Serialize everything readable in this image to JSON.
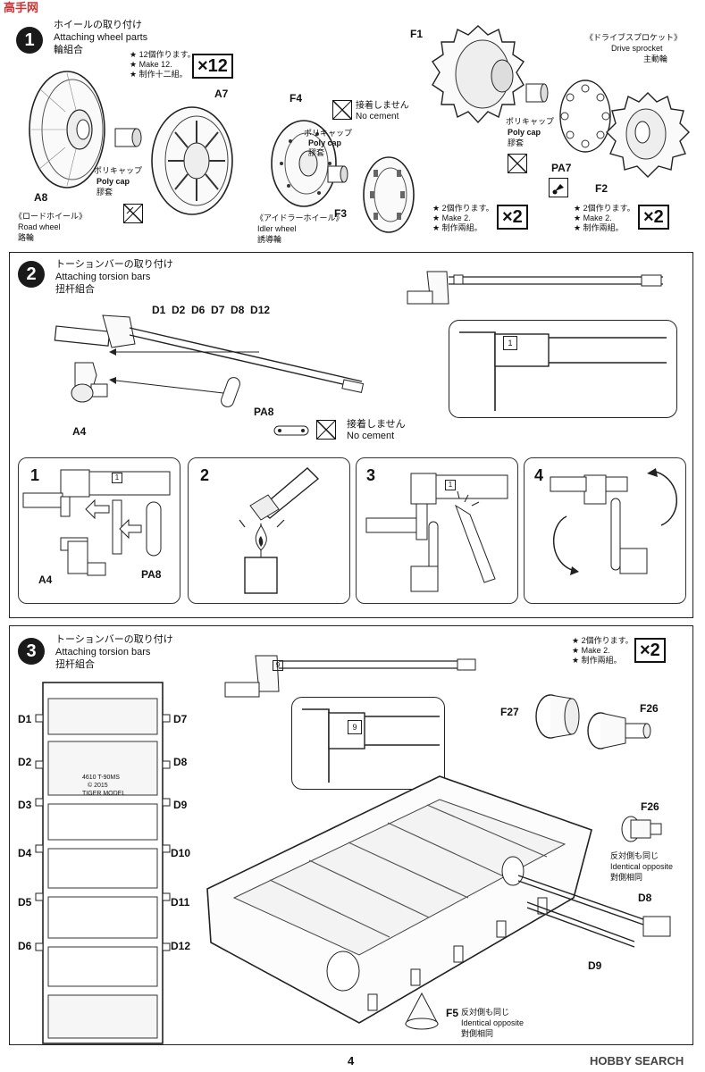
{
  "header_logo": "高手网",
  "step1": {
    "number": "1",
    "title_jp": "ホイールの取り付け",
    "title_en": "Attaching wheel parts",
    "title_cn": "輪組合",
    "note_a": [
      "★ 12個作ります。",
      "★ Make 12.",
      "★ 制作十二組。"
    ],
    "mult_a": "×12",
    "labels": {
      "a7": "A7",
      "a8": "A8",
      "f1": "F1",
      "f2": "F2",
      "f3": "F3",
      "f4": "F4",
      "pa7": "PA7"
    },
    "polycap_jp": "ポリキャップ",
    "polycap_en": "Poly cap",
    "polycap_cn": "膠套",
    "roadwheel_jp": "《ロードホイール》",
    "roadwheel_en": "Road wheel",
    "roadwheel_cn": "路輪",
    "idler_jp": "《アイドラーホイール》",
    "idler_en": "Idler wheel",
    "idler_cn": "誘導輪",
    "sprocket_jp": "《ドライブスプロケット》",
    "sprocket_en": "Drive sprocket",
    "sprocket_cn": "主動輪",
    "nocement_jp": "接着しません",
    "nocement_en": "No cement",
    "note_b": [
      "★ 2個作ります。",
      "★ Make 2.",
      "★ 制作兩組。"
    ],
    "mult_b": "×2",
    "note_c": [
      "★ 2個作ります。",
      "★ Make 2.",
      "★ 制作兩組。"
    ],
    "mult_c": "×2"
  },
  "step2": {
    "number": "2",
    "title_jp": "トーションバーの取り付け",
    "title_en": "Attaching torsion bars",
    "title_cn": "扭杆組合",
    "parts_list": "D1  D2  D6  D7  D8  D12",
    "a4": "A4",
    "pa8": "PA8",
    "nocement_jp": "接着しません",
    "nocement_en": "No cement",
    "callout_num": "1",
    "sub": [
      {
        "num": "1",
        "a4": "A4",
        "pa8": "PA8",
        "tag": "1"
      },
      {
        "num": "2"
      },
      {
        "num": "3",
        "tag": "1"
      },
      {
        "num": "4"
      }
    ]
  },
  "step3": {
    "number": "3",
    "title_jp": "トーションバーの取り付け",
    "title_en": "Attaching torsion bars",
    "title_cn": "扭杆組合",
    "note": [
      "★ 2個作ります。",
      "★ Make 2.",
      "★ 制作兩組。"
    ],
    "mult": "×2",
    "left_labels": [
      "D1",
      "D2",
      "D3",
      "D4",
      "D5",
      "D6"
    ],
    "right_labels": [
      "D7",
      "D8",
      "D9",
      "D10",
      "D11",
      "D12"
    ],
    "hull_text": [
      "4610 T-90MS",
      "© 2015",
      "TIGER MODEL"
    ],
    "callout_num": "9",
    "f26": "F26",
    "f27": "F27",
    "f26b": "F26",
    "opposite_jp": "反対側も同じ",
    "opposite_en": "Identical opposite",
    "opposite_cn": "對側相同",
    "d8": "D8",
    "d9": "D9",
    "f5": "F5",
    "f5_jp": "反対側も同じ",
    "f5_en": "Identical opposite",
    "f5_cn": "對側相同"
  },
  "page_number": "4",
  "watermark": "HOBBY SEARCH"
}
